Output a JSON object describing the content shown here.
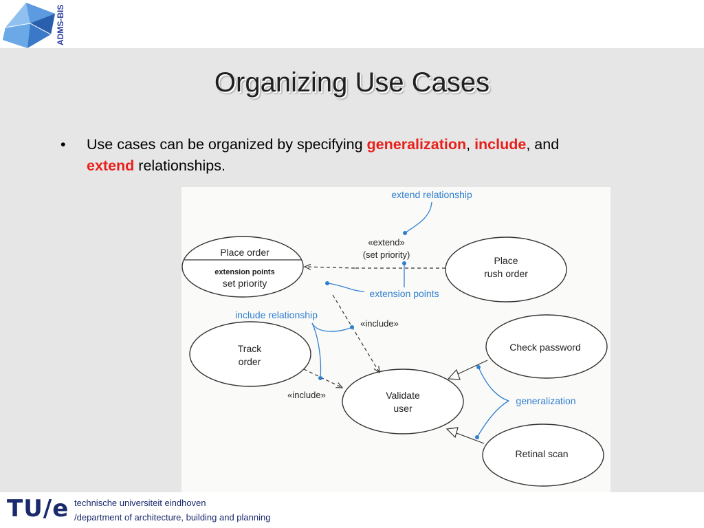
{
  "header": {
    "logo_text": "ADMS-BIS",
    "title": "Organizing Use Cases"
  },
  "bullet": {
    "marker": "•",
    "part1": "Use cases can be organized by specifying ",
    "kw_generalization": "generalization",
    "sep1": ", ",
    "kw_include": "include",
    "sep2": ", and ",
    "kw_extend": "extend",
    "part2": " relationships."
  },
  "diagram": {
    "use_cases": {
      "place_order": "Place order",
      "extension_points_header": "extension points",
      "set_priority": "set priority",
      "place_rush_order_l1": "Place",
      "place_rush_order_l2": "rush order",
      "track_order_l1": "Track",
      "track_order_l2": "order",
      "validate_user_l1": "Validate",
      "validate_user_l2": "user",
      "check_password": "Check password",
      "retinal_scan": "Retinal scan"
    },
    "stereotypes": {
      "extend": "«extend»",
      "extend_condition": "(set priority)",
      "include_1": "«include»",
      "include_2": "«include»"
    },
    "callouts": {
      "extend_relationship": "extend relationship",
      "extension_points": "extension points",
      "include_relationship": "include relationship",
      "generalization": "generalization"
    },
    "colors": {
      "callout": "#2f7fd0",
      "line": "#333333"
    }
  },
  "footer": {
    "logo": "TU/e",
    "university": "technische universiteit eindhoven",
    "department": "/department of architecture, building and planning"
  }
}
